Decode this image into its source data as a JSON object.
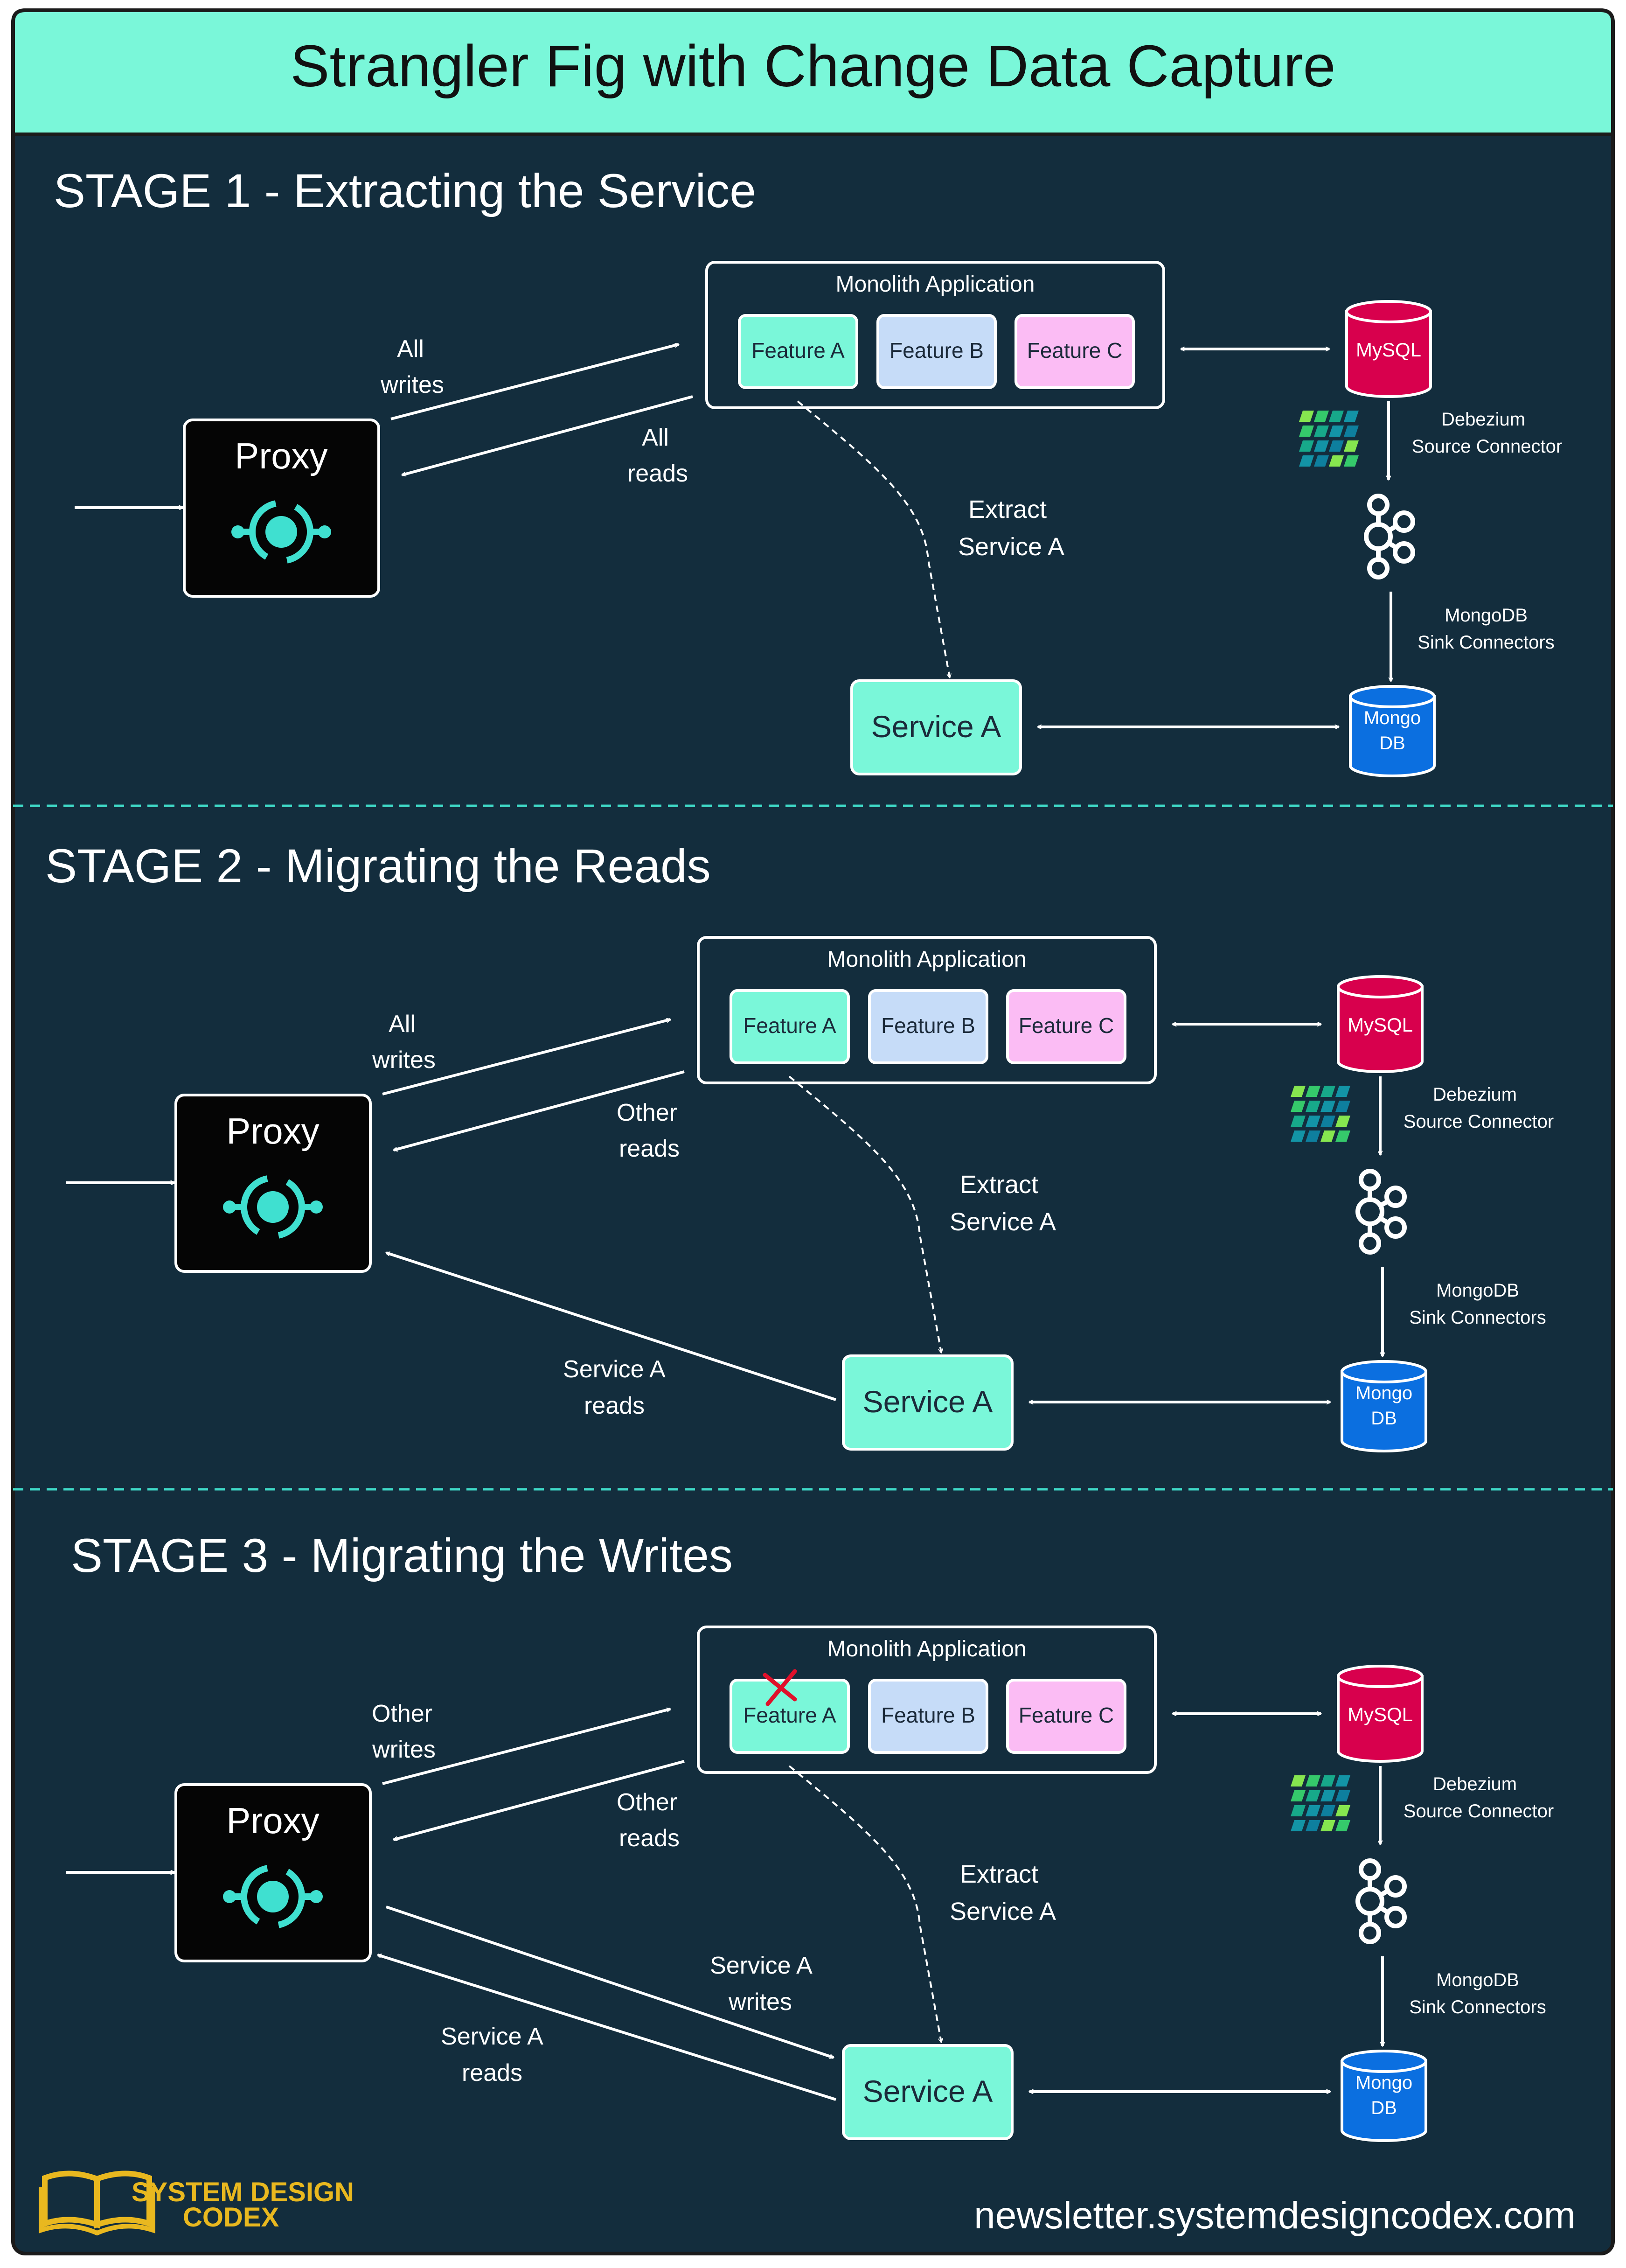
{
  "title": "Strangler Fig with Change Data Capture",
  "colors": {
    "background": "#132d3d",
    "header": "#7af7d9",
    "feature_a": "#7af7d9",
    "feature_b": "#c6dcf8",
    "feature_c": "#fbbcf4",
    "service": "#7af7d9",
    "mysql": "#d8004d",
    "mongo": "#0b6fe0",
    "debezium": "#35c96b",
    "divider": "#3fd9c7",
    "x_mark": "#e0102a",
    "logo": "#e9b81f"
  },
  "icons": {
    "proxy": "proxy-node-icon",
    "debezium": "debezium-logo-icon",
    "kafka": "kafka-logo-icon",
    "logo": "open-book-icon",
    "removed": "red-x-icon"
  },
  "stages": [
    {
      "title": "STAGE 1 - Extracting the Service",
      "proxy": "Proxy",
      "monolith": "Monolith Application",
      "features": [
        "Feature A",
        "Feature B",
        "Feature C"
      ],
      "feature_a_removed": false,
      "service": "Service A",
      "mysql": "MySQL",
      "mongo": [
        "Mongo",
        "DB"
      ],
      "debezium": [
        "Debezium",
        "Source Connector"
      ],
      "sink": [
        "MongoDB",
        "Sink Connectors"
      ],
      "extract": [
        "Extract",
        "Service A"
      ],
      "write_label": [
        "All",
        "writes"
      ],
      "read_label": [
        "All",
        "reads"
      ],
      "service_reads": [],
      "service_writes": []
    },
    {
      "title": "STAGE 2 - Migrating the Reads",
      "proxy": "Proxy",
      "monolith": "Monolith Application",
      "features": [
        "Feature A",
        "Feature B",
        "Feature C"
      ],
      "feature_a_removed": false,
      "service": "Service A",
      "mysql": "MySQL",
      "mongo": [
        "Mongo",
        "DB"
      ],
      "debezium": [
        "Debezium",
        "Source Connector"
      ],
      "sink": [
        "MongoDB",
        "Sink Connectors"
      ],
      "extract": [
        "Extract",
        "Service A"
      ],
      "write_label": [
        "All",
        "writes"
      ],
      "read_label": [
        "Other",
        "reads"
      ],
      "service_reads": [
        "Service A",
        "reads"
      ],
      "service_writes": []
    },
    {
      "title": "STAGE 3 - Migrating the Writes",
      "proxy": "Proxy",
      "monolith": "Monolith Application",
      "features": [
        "Feature A",
        "Feature B",
        "Feature C"
      ],
      "feature_a_removed": true,
      "service": "Service A",
      "mysql": "MySQL",
      "mongo": [
        "Mongo",
        "DB"
      ],
      "debezium": [
        "Debezium",
        "Source Connector"
      ],
      "sink": [
        "MongoDB",
        "Sink Connectors"
      ],
      "extract": [
        "Extract",
        "Service A"
      ],
      "write_label": [
        "Other",
        "writes"
      ],
      "read_label": [
        "Other",
        "reads"
      ],
      "service_reads": [
        "Service A",
        "reads"
      ],
      "service_writes": [
        "Service A",
        "writes"
      ]
    }
  ],
  "footer": {
    "logo_line1": "SYSTEM DESIGN",
    "logo_line2": "CODEX",
    "url": "newsletter.systemdesigncodex.com"
  }
}
